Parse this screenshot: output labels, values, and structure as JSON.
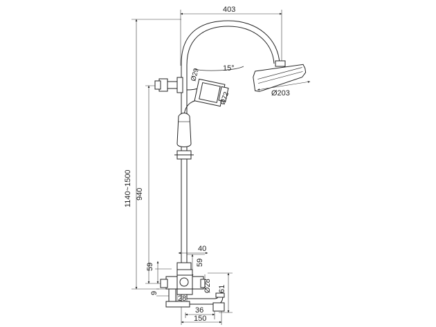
{
  "dimensions": {
    "width_top": "403",
    "angle": "15°",
    "pipe_diameter": "Ø29",
    "filter_diameter": "Ø72",
    "head_diameter": "Ø203",
    "height_range": "1140~1500",
    "height_fixed": "940",
    "offset_40": "40",
    "left_59": "59",
    "right_59": "59",
    "spout_diameter": "Ø28",
    "height_61": "61",
    "small_9": "9",
    "small_28": "28",
    "spout_36": "36",
    "base_150": "150"
  }
}
